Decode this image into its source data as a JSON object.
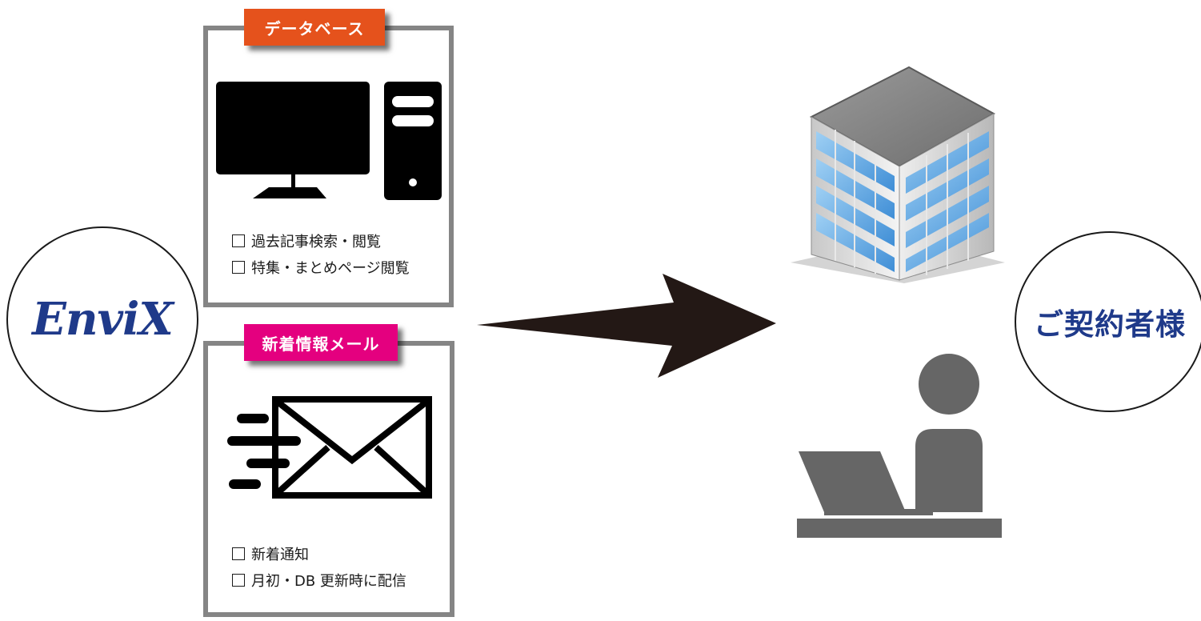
{
  "source": {
    "logo_text": "EnviX"
  },
  "database_panel": {
    "tag_label": "データベース",
    "tag_color": "#e5521c",
    "icon": "desktop-computer-icon",
    "features": [
      "過去記事検索・閲覧",
      "特集・まとめページ閲覧"
    ]
  },
  "mail_panel": {
    "tag_label": "新着情報メール",
    "tag_color": "#e4007f",
    "icon": "email-fast-icon",
    "features": [
      "新着通知",
      "月初・DB 更新時に配信"
    ]
  },
  "flow_arrow": {
    "icon": "right-arrow-icon",
    "color": "#231815"
  },
  "recipient": {
    "icons": [
      "office-building-icon",
      "person-laptop-icon"
    ],
    "label": "ご契約者様",
    "label_color": "#1f3a8a"
  }
}
